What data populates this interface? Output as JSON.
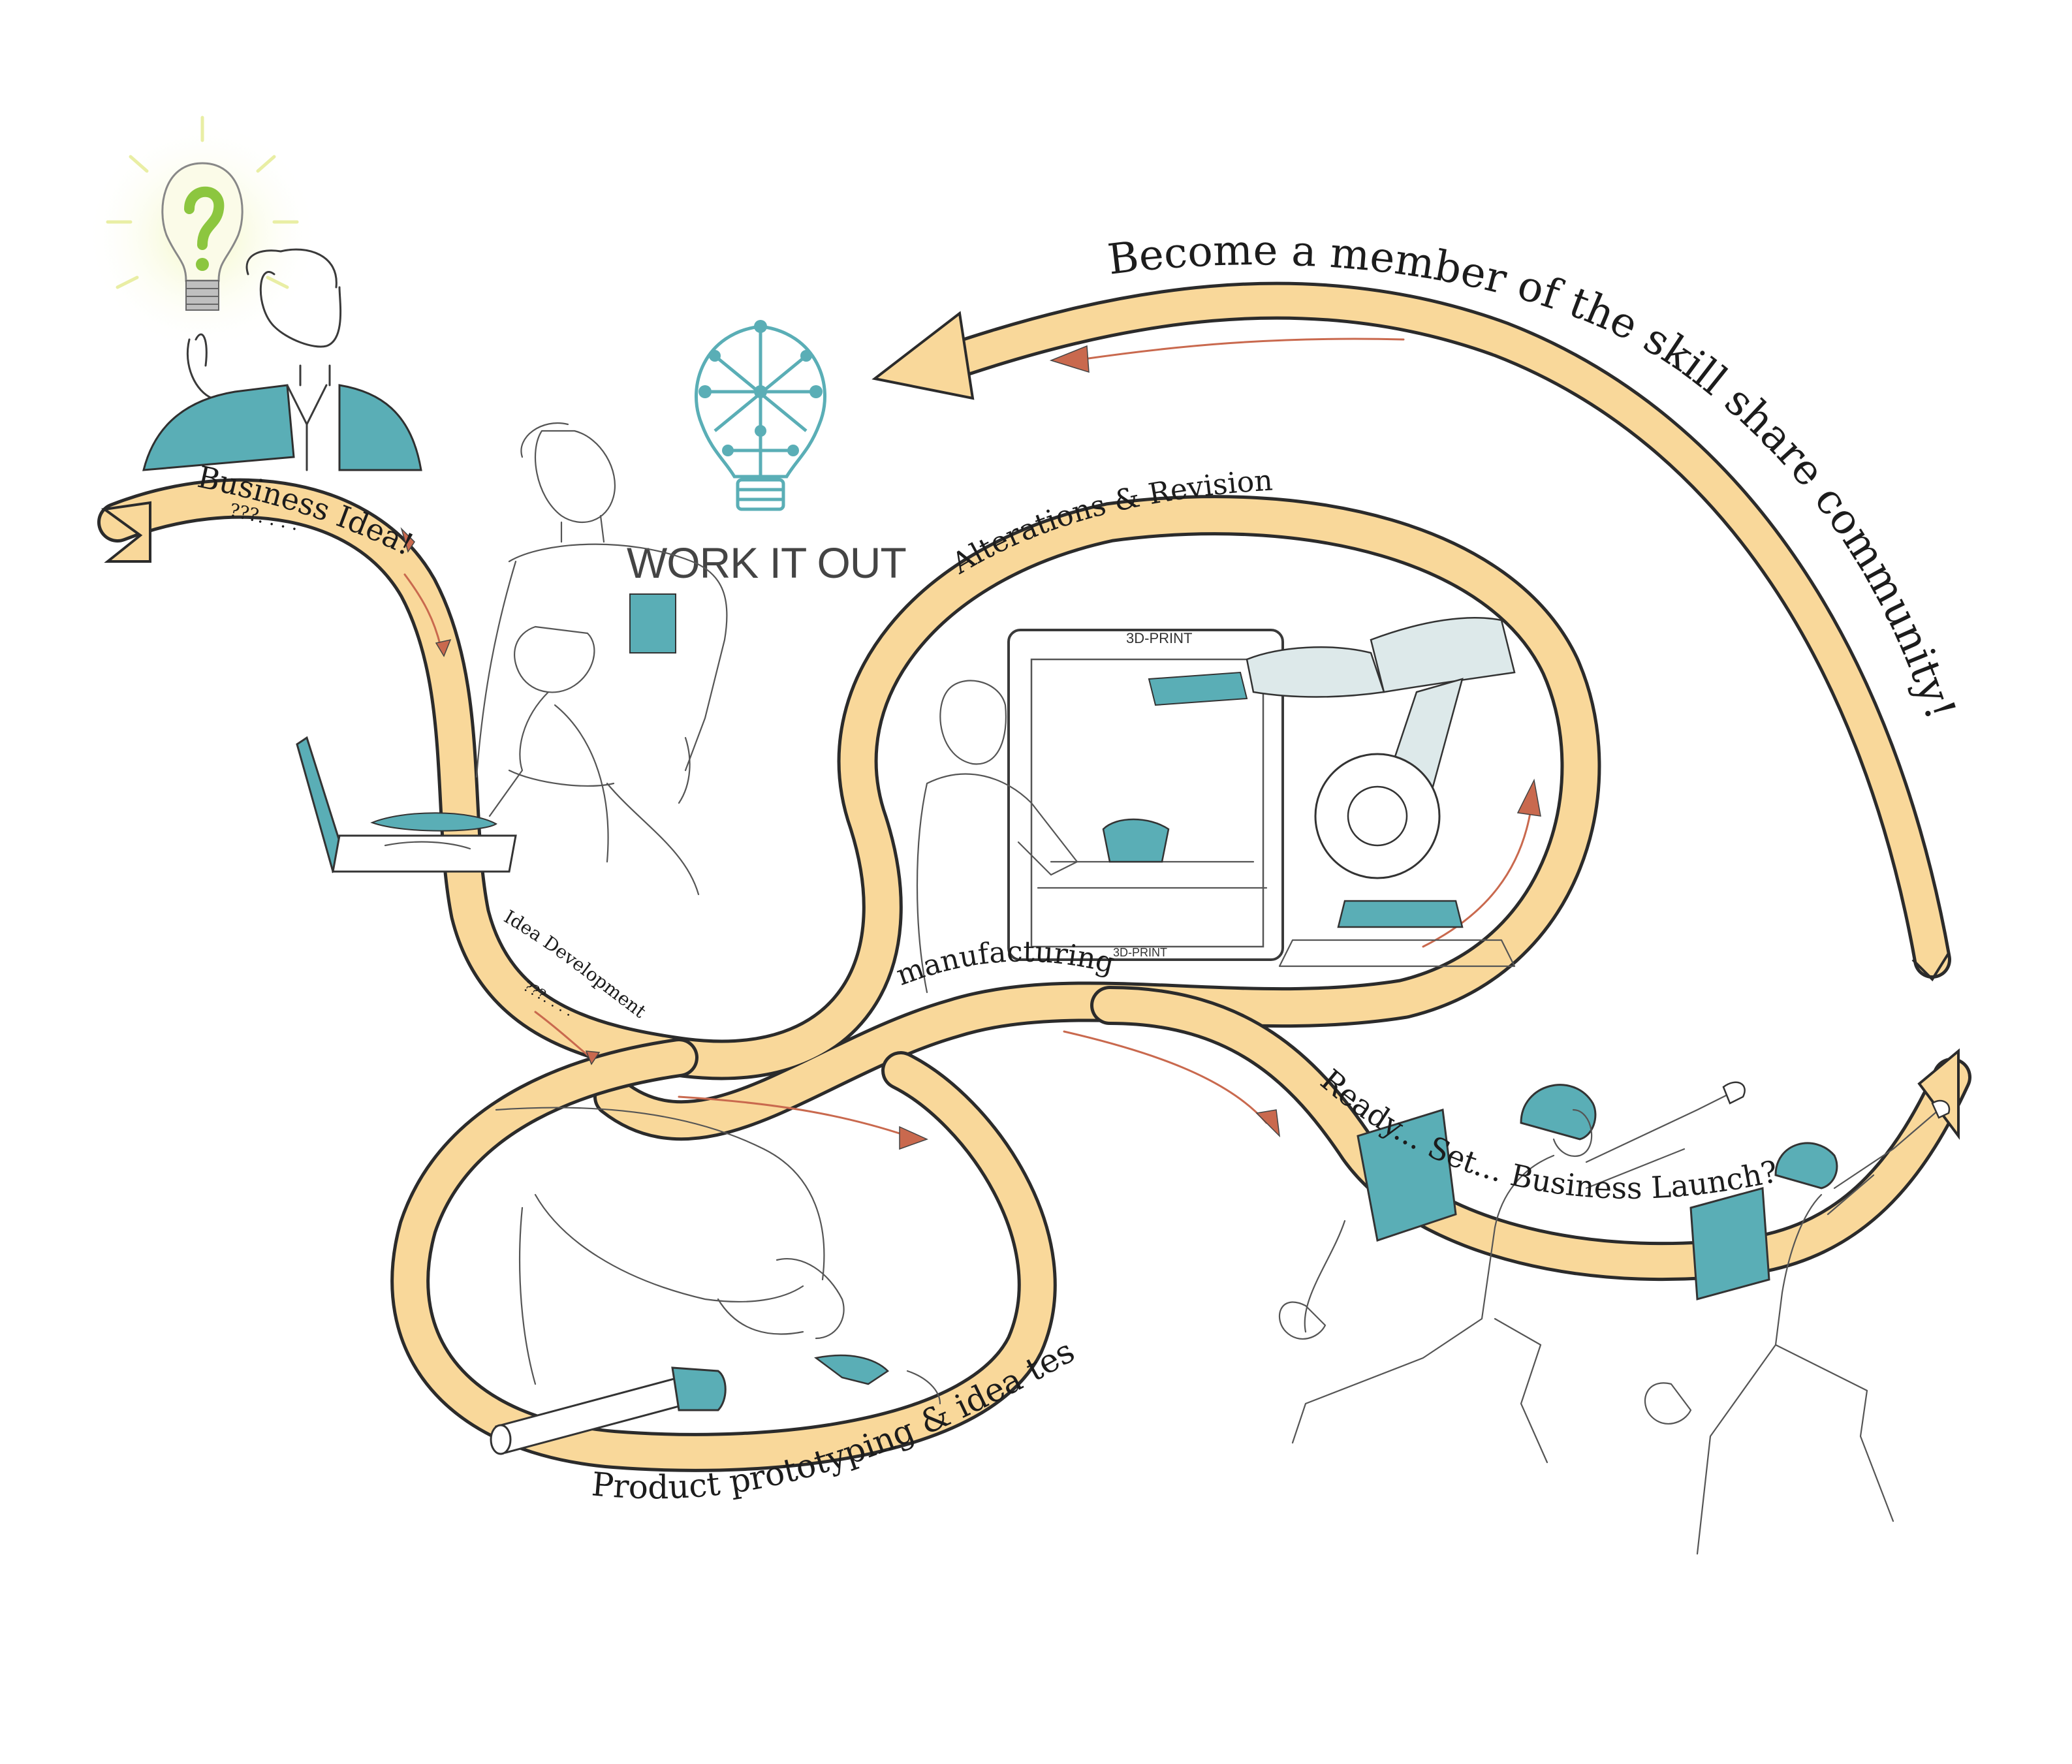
{
  "colors": {
    "ribbon": "#f9d89a",
    "teal": "#5aaeb6",
    "accent_arrow": "#c9694e",
    "bulb_glow": "#eef4b0",
    "question_mark": "#8cc63f"
  },
  "logo": {
    "text": "WORK IT OUT",
    "icon": "brain-lightbulb-icon"
  },
  "stages": {
    "business_idea": "Business Idea!",
    "business_idea_sub": "???. . . .",
    "idea_development": "Idea Development . .",
    "idea_development_sub": "???. . . .",
    "alterations": "Alterations & Revision",
    "manufacturing": "manufacturing",
    "prototyping": "Product prototyping & idea testing",
    "launch": "Ready... Set... Business Launch???"
  },
  "callout": "Become a member of the skill share community!",
  "printer": {
    "label_top": "3D-PRINT",
    "label_bottom": "3D-PRINT"
  }
}
